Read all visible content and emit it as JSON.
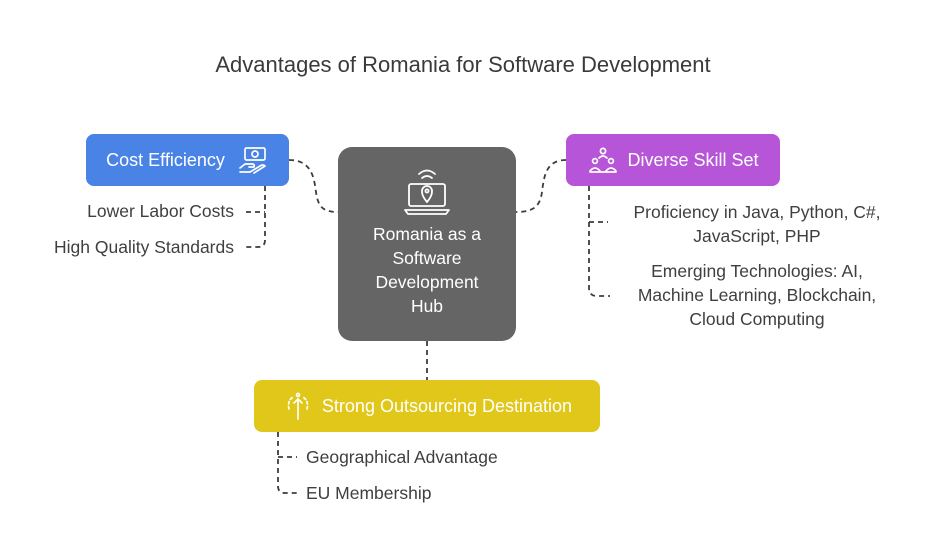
{
  "title": "Advantages of Romania for Software Development",
  "center": {
    "lines": [
      "Romania as a",
      "Software",
      "Development",
      "Hub"
    ]
  },
  "cost": {
    "label": "Cost Efficiency",
    "color": "#4a83e6",
    "icon": "money-hand-icon",
    "items": [
      "Lower Labor Costs",
      "High Quality Standards"
    ]
  },
  "skills": {
    "label": "Diverse Skill Set",
    "color": "#b655d7",
    "icon": "people-group-icon",
    "items": [
      [
        "Proficiency in Java, Python, C#,",
        "JavaScript, PHP"
      ],
      [
        "Emerging Technologies: AI,",
        "Machine Learning, Blockchain,",
        "Cloud Computing"
      ]
    ]
  },
  "outsourcing": {
    "label": "Strong Outsourcing Destination",
    "color": "#e0c71a",
    "icon": "navigation-signpost-icon",
    "items": [
      "Geographical Advantage",
      "EU Membership"
    ]
  },
  "line_color": "#3d3d3d"
}
